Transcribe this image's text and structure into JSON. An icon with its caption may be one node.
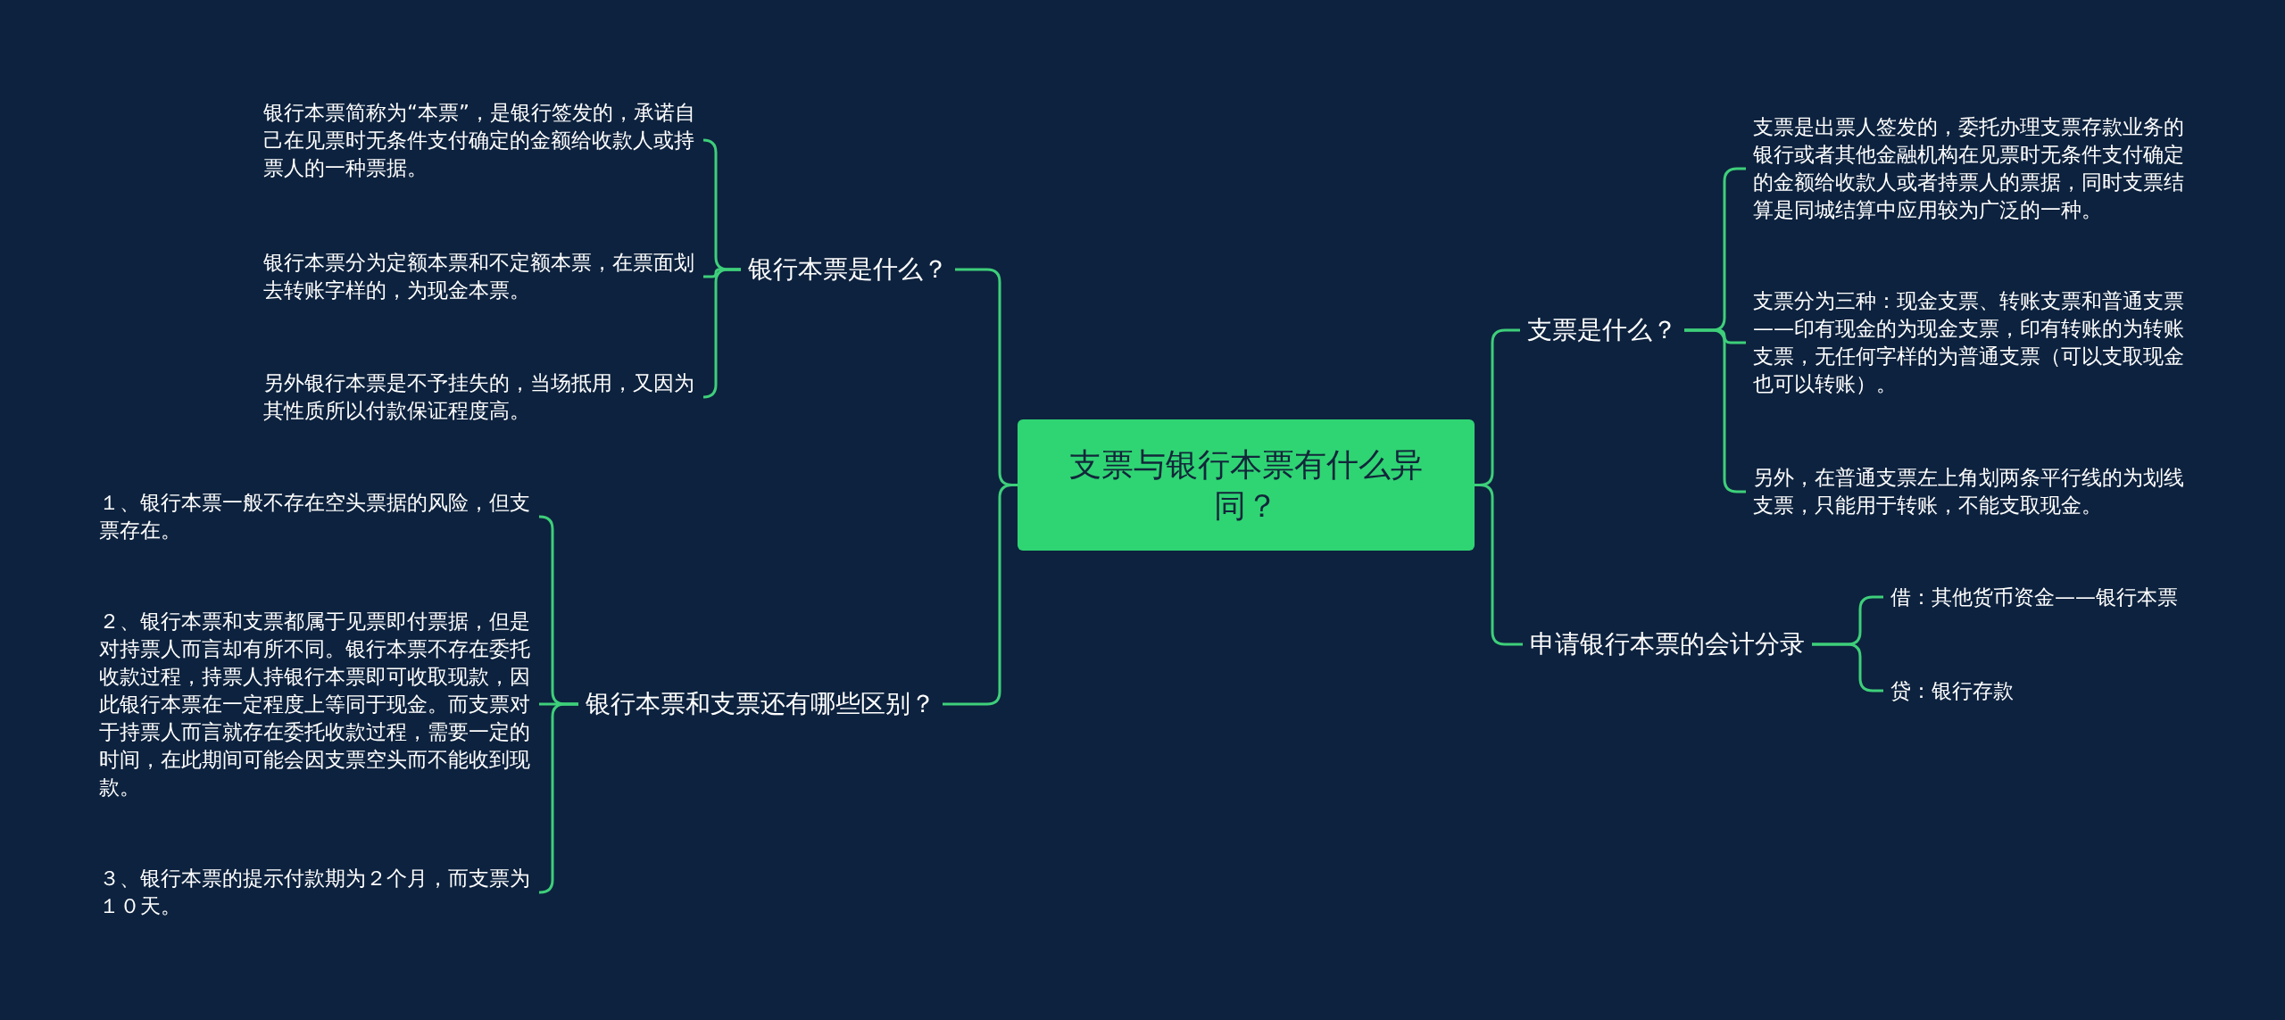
{
  "diagram": {
    "nodes": [
      {
        "text": [
          "支票与银行本票有什么异同？"
        ]
      },
      {
        "text": [
          "银行本票是什么？"
        ]
      },
      {
        "text": [
          "银行本票简称为“本票”，是银行签发的，承诺自己在见票时无条件支付确定的金额给收款人或持票人的一种票据。"
        ]
      },
      {
        "text": [
          "银行本票分为定额本票和不定额本票，在票面划去转账字样的，为现金本票。"
        ]
      },
      {
        "text": [
          "另外银行本票是不予挂失的，当场抵用，又因为其性质所以付款保证程度高。"
        ]
      },
      {
        "text": [
          "银行本票和支票还有哪些区别？"
        ]
      },
      {
        "text": [
          "１、银行本票一般不存在空头票据的风险，但支票存在。"
        ]
      },
      {
        "text": [
          "２、银行本票和支票都属于见票即付票据，但是对持票人而言却有所不同。银行本票不存在委托收款过程，持票人持银行本票即可收取现款，因此银行本票在一定程度上等同于现金。而支票对于持票人而言就存在委托收款过程，需要一定的时间，在此期间可能会因支票空头而不能收到现款。"
        ]
      },
      {
        "text": [
          "３、银行本票的提示付款期为２个月，而支票为１０天。"
        ]
      },
      {
        "text": [
          "支票是什么？"
        ]
      },
      {
        "text": [
          "支票是出票人签发的，委托办理支票存款业务的银行或者其他金融机构在见票时无条件支付确定的金额给收款人或者持票人的票据，同时支票结算是同城结算中应用较为广泛的一种。"
        ]
      },
      {
        "text": [
          "支票分为三种：现金支票、转账支票和普通支票——印有现金的为现金支票，印有转账的为转账支票，无任何字样的为普通支票（可以支取现金也可以转账）。"
        ]
      },
      {
        "text": [
          "另外，在普通支票左上角划两条平行线的为划线支票，只能用于转账，不能支取现金。"
        ]
      },
      {
        "text": [
          "申请银行本票的会计分录"
        ]
      },
      {
        "text": [
          "借：其他货币资金——银行本票"
        ]
      },
      {
        "text": [
          "贷：银行存款"
        ]
      }
    ],
    "edges": [
      {
        "from": 0,
        "to": 1,
        "arrow": "none"
      },
      {
        "from": 1,
        "to": 2,
        "arrow": "none"
      },
      {
        "from": 1,
        "to": 3,
        "arrow": "none"
      },
      {
        "from": 1,
        "to": 4,
        "arrow": "none"
      },
      {
        "from": 0,
        "to": 5,
        "arrow": "none"
      },
      {
        "from": 5,
        "to": 6,
        "arrow": "none"
      },
      {
        "from": 5,
        "to": 7,
        "arrow": "none"
      },
      {
        "from": 5,
        "to": 8,
        "arrow": "none"
      },
      {
        "from": 0,
        "to": 9,
        "arrow": "none"
      },
      {
        "from": 9,
        "to": 10,
        "arrow": "none"
      },
      {
        "from": 9,
        "to": 11,
        "arrow": "none"
      },
      {
        "from": 9,
        "to": 12,
        "arrow": "none"
      },
      {
        "from": 0,
        "to": 13,
        "arrow": "none"
      },
      {
        "from": 13,
        "to": 14,
        "arrow": "none"
      },
      {
        "from": 13,
        "to": 15,
        "arrow": "none"
      }
    ]
  }
}
